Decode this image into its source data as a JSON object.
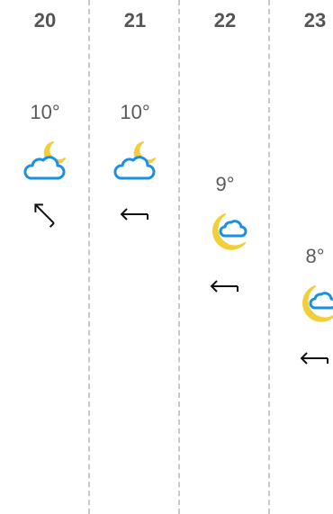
{
  "forecast": {
    "columns": [
      {
        "hour": "20",
        "temperature": "10°",
        "temperature_value": 10,
        "weather_icon": "cloud-moon-icon",
        "wind_icon": "wind-arrow-icon"
      },
      {
        "hour": "21",
        "temperature": "10°",
        "temperature_value": 10,
        "weather_icon": "cloud-moon-icon",
        "wind_icon": "wind-arrow-icon"
      },
      {
        "hour": "22",
        "temperature": "9°",
        "temperature_value": 9,
        "weather_icon": "moon-cloud-icon",
        "wind_icon": "wind-arrow-icon"
      },
      {
        "hour": "23",
        "temperature": "8°",
        "temperature_value": 8,
        "weather_icon": "moon-cloud-icon",
        "wind_icon": "wind-arrow-icon"
      }
    ]
  },
  "colors": {
    "cloud": "#1a8fe6",
    "moon": "#f2cf3a",
    "text": "#555555",
    "divider": "#c8c8c8",
    "arrow": "#111111"
  }
}
